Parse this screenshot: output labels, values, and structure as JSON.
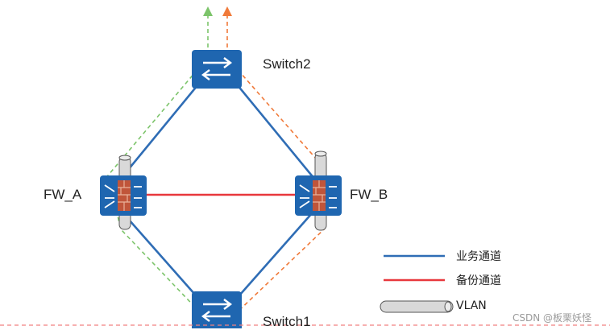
{
  "nodes": {
    "switch2": "Switch2",
    "switch1": "Switch1",
    "fw_a": "FW_A",
    "fw_b": "FW_B"
  },
  "legend": {
    "service": "业务通道",
    "backup": "备份通道",
    "vlan": "VLAN"
  },
  "watermark": "CSDN @板栗妖怪",
  "colors": {
    "service_link": "#2f6db5",
    "backup_link": "#e8383d",
    "device_fill": "#1f66b0",
    "green_dashed": "#7cc46a",
    "orange_dashed": "#f07a3a",
    "vlan_fill": "#d9d9d9",
    "bottom_dashed": "#f08080"
  }
}
